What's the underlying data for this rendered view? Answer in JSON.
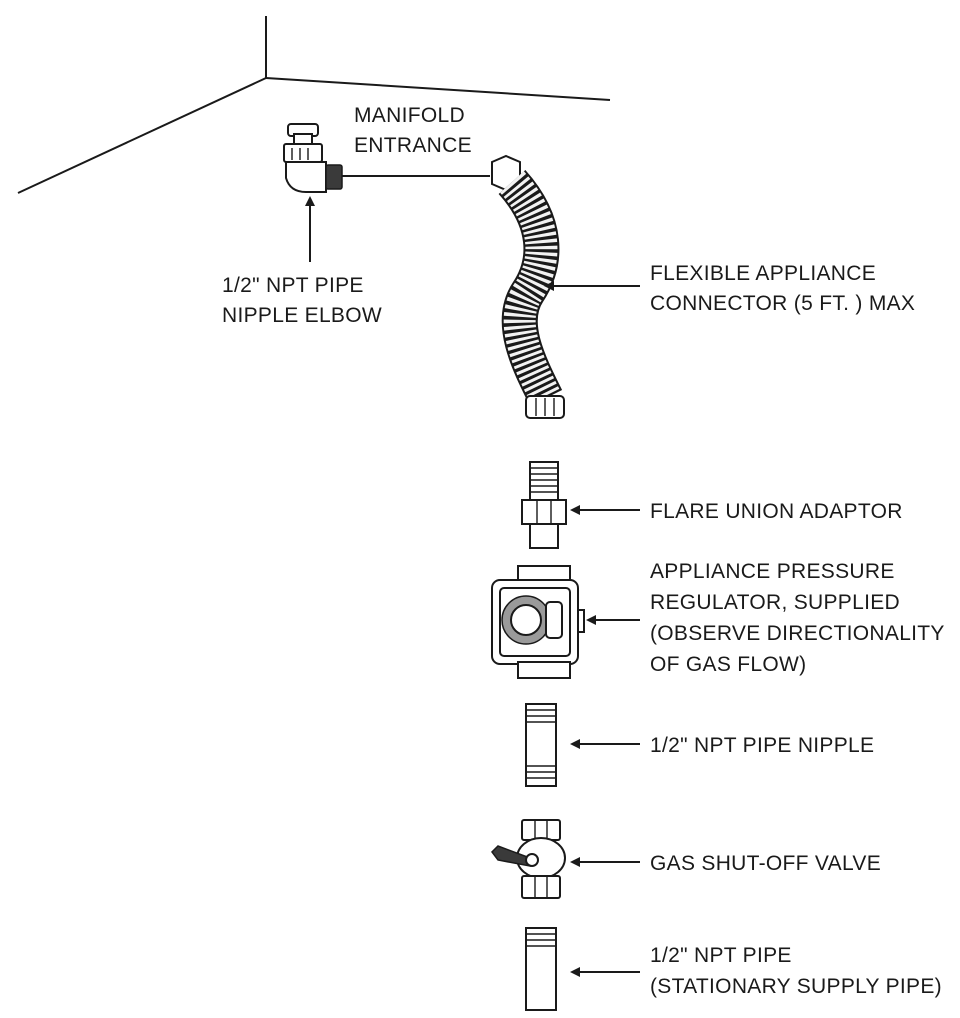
{
  "labels": {
    "manifold_entrance": [
      "MANIFOLD",
      "ENTRANCE"
    ],
    "nipple_elbow": [
      "1/2\" NPT PIPE",
      "NIPPLE ELBOW"
    ],
    "flex_connector": [
      "FLEXIBLE APPLIANCE",
      "CONNECTOR (5 FT. ) MAX"
    ],
    "flare_union": [
      "FLARE UNION ADAPTOR"
    ],
    "regulator": [
      "APPLIANCE PRESSURE",
      "REGULATOR, SUPPLIED",
      "(OBSERVE DIRECTIONALITY",
      "OF GAS FLOW)"
    ],
    "pipe_nipple": [
      "1/2\" NPT PIPE NIPPLE"
    ],
    "shutoff_valve": [
      "GAS SHUT-OFF VALVE"
    ],
    "supply_pipe": [
      "1/2\" NPT PIPE",
      "(STATIONARY SUPPLY PIPE)"
    ]
  }
}
